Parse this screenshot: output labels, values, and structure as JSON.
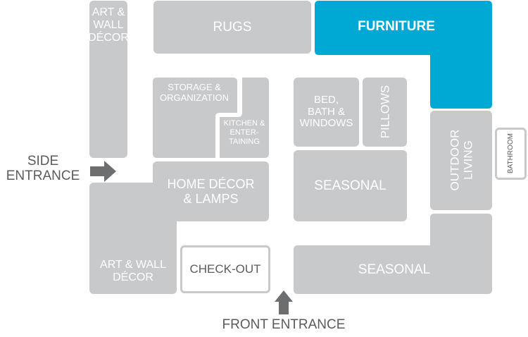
{
  "map": {
    "zones": {
      "art_wall_decor_top": "ART &\nWALL\nDÉCOR",
      "rugs": "RUGS",
      "furniture": "FURNITURE",
      "storage_organization": "STORAGE &\nORGANIZATION",
      "kitchen_entertaining": "KITCHEN &\nENTER-\nTAINING",
      "home_decor_lamps": "HOME DÉCOR\n& LAMPS",
      "bed_bath_windows": "BED,\nBATH &\nWINDOWS",
      "pillows": "PILLOWS",
      "seasonal_center": "SEASONAL",
      "outdoor_living": "OUTDOOR\nLIVING",
      "bathroom": "BATHROOM",
      "art_wall_decor_bottom": "ART & WALL\nDÉCOR",
      "check_out": "CHECK-OUT",
      "seasonal_bottom": "SEASONAL"
    },
    "entrances": {
      "side": "SIDE\nENTRANCE",
      "front": "FRONT ENTRANCE"
    },
    "colors": {
      "zone": "#c8c9cb",
      "highlight": "#00a8d4",
      "text_dark": "#5a5b5d",
      "arrow": "#6d6e70"
    }
  }
}
